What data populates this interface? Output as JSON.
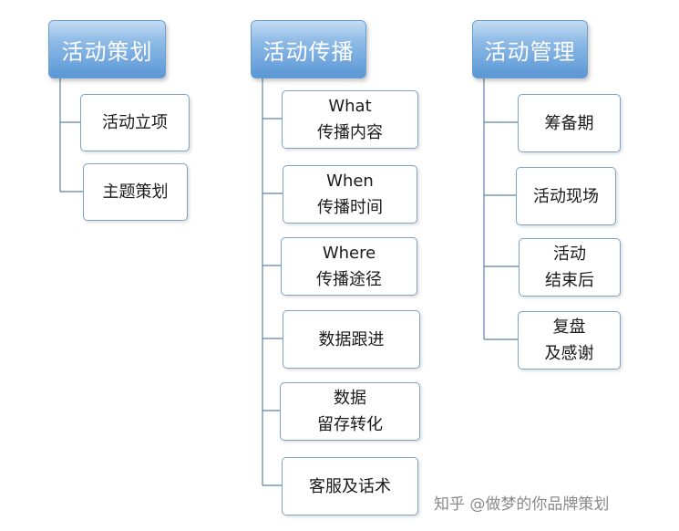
{
  "columns": [
    {
      "title": "活动策划",
      "items": [
        {
          "lines": [
            "活动立项"
          ]
        },
        {
          "lines": [
            "主题策划"
          ]
        }
      ]
    },
    {
      "title": "活动传播",
      "items": [
        {
          "lines": [
            "What",
            "传播内容"
          ]
        },
        {
          "lines": [
            "When",
            "传播时间"
          ]
        },
        {
          "lines": [
            "Where",
            "传播途径"
          ]
        },
        {
          "lines": [
            "数据跟进"
          ]
        },
        {
          "lines": [
            "数据",
            "留存转化"
          ]
        },
        {
          "lines": [
            "客服及话术"
          ]
        }
      ]
    },
    {
      "title": "活动管理",
      "items": [
        {
          "lines": [
            "筹备期"
          ]
        },
        {
          "lines": [
            "活动现场"
          ]
        },
        {
          "lines": [
            "活动",
            "结束后"
          ]
        },
        {
          "lines": [
            "复盘",
            "及感谢"
          ]
        }
      ]
    }
  ],
  "watermark": "知乎 @做梦的你品牌策划",
  "colors": {
    "header_gradient_top": "#c4ddf4",
    "header_gradient_bottom": "#5b97d6",
    "connector": "#5e82a6",
    "box_border": "#7ba2c8"
  }
}
